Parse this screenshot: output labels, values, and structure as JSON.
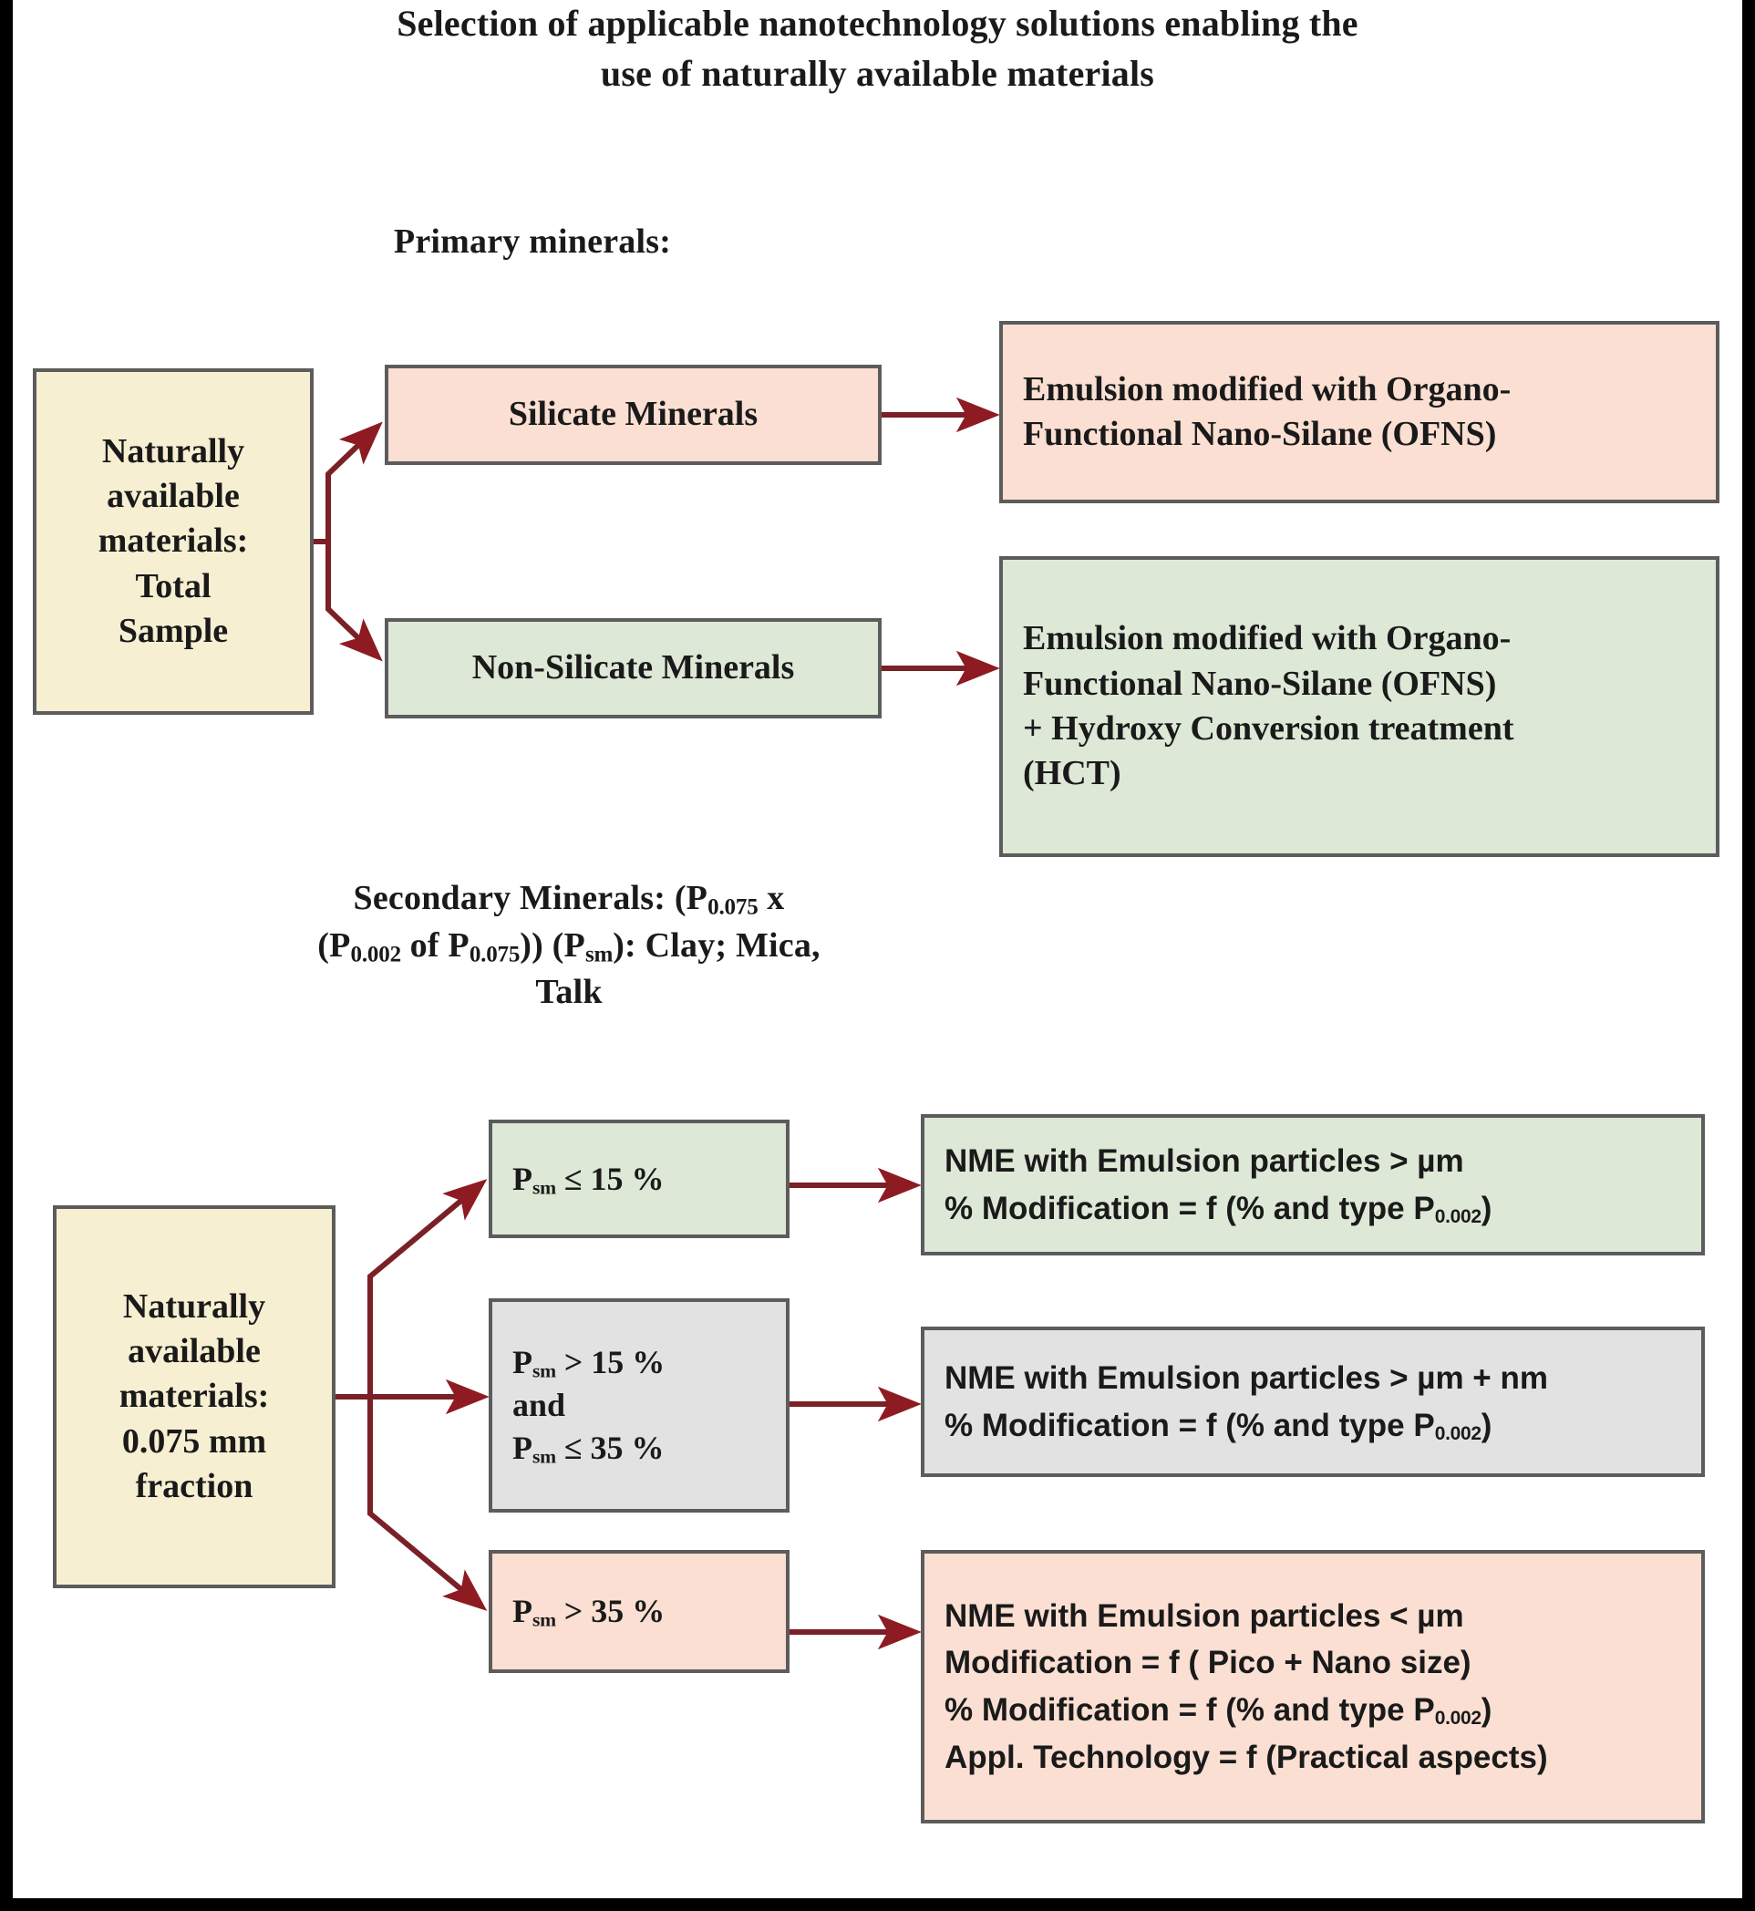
{
  "title": {
    "line1": "Selection of applicable nanotechnology solutions enabling the",
    "line2": "use of naturally available materials"
  },
  "sections": {
    "primary": {
      "label": "Primary minerals:"
    },
    "secondary": {
      "label_line1": "Secondary Minerals:",
      "label_line2_a": "(P",
      "label_line2_sub1": "0.075",
      "label_line2_b": " x (P",
      "label_line2_sub2": "0.002",
      "label_line2_c": " of P",
      "label_line2_sub3": "0.075",
      "label_line2_d": "))",
      "label_line3_a": "(P",
      "label_line3_sub": "sm",
      "label_line3_b": "): Clay; Mica, Talk"
    }
  },
  "primary_flow": {
    "source": {
      "name": "naturally-available-total-sample",
      "lines": [
        "Naturally",
        "available",
        "materials:",
        "Total",
        "Sample"
      ],
      "color": "#f7efd2"
    },
    "branches": [
      {
        "name": "silicate-minerals",
        "lines": [
          "Silicate Minerals"
        ],
        "color": "#fadfd2",
        "result": {
          "name": "emulsion-ofns",
          "lines": [
            "Emulsion modified with Organo-",
            "Functional Nano-Silane (OFNS)"
          ],
          "color": "#fadfd2"
        }
      },
      {
        "name": "non-silicate-minerals",
        "lines": [
          "Non-Silicate Minerals"
        ],
        "color": "#dde8d7",
        "result": {
          "name": "emulsion-ofns-hct",
          "lines": [
            "Emulsion modified with Organo-",
            "Functional Nano-Silane (OFNS)",
            "+ Hydroxy Conversion treatment",
            "(HCT)"
          ],
          "color": "#dde8d7"
        }
      }
    ]
  },
  "secondary_flow": {
    "source": {
      "name": "naturally-available-0075-fraction",
      "lines": [
        "Naturally",
        "available",
        "materials:",
        "0.075 mm",
        "fraction"
      ],
      "color": "#f7efd2"
    },
    "branches": [
      {
        "name": "psm-le-15",
        "condition_lines": [
          {
            "pre": "P",
            "sub": "sm",
            "post": " ≤ 15 %"
          }
        ],
        "color": "#dde8d7",
        "result": {
          "name": "nme-gt-micron",
          "color": "#dde8d7",
          "lines": [
            {
              "text": "NME with Emulsion particles > µm"
            },
            {
              "pre": "% Modification = f (% and type P",
              "sub": "0.002",
              "post": ")"
            }
          ]
        }
      },
      {
        "name": "psm-15-to-35",
        "condition_lines": [
          {
            "pre": "P",
            "sub": "sm",
            "post": " > 15 %"
          },
          {
            "pre": "",
            "sub": "",
            "post": "and"
          },
          {
            "pre": "P",
            "sub": "sm",
            "post": " ≤ 35 %"
          }
        ],
        "color": "#e2e2e2",
        "result": {
          "name": "nme-gt-micron-plus-nm",
          "color": "#e2e2e2",
          "lines": [
            {
              "text": "NME with Emulsion particles > µm  + nm"
            },
            {
              "pre": "% Modification = f (% and type P",
              "sub": "0.002",
              "post": ")"
            }
          ]
        }
      },
      {
        "name": "psm-gt-35",
        "condition_lines": [
          {
            "pre": "P",
            "sub": "sm",
            "post": " > 35 %"
          }
        ],
        "color": "#fadfd2",
        "result": {
          "name": "nme-lt-micron",
          "color": "#fadfd2",
          "lines": [
            {
              "text": "NME with Emulsion particles < µm"
            },
            {
              "text": "Modification = f ( Pico + Nano size)"
            },
            {
              "pre": "% Modification = f (% and type P",
              "sub": "0.002",
              "post": ")"
            },
            {
              "text": "Appl. Technology = f (Practical aspects)"
            }
          ]
        }
      }
    ]
  },
  "style": {
    "arrow_color": "#8e1b22",
    "arrow_line_color": "#7a2026",
    "box_border": "#5c5c5c",
    "frame_color": "#000000",
    "background": "#ffffff"
  }
}
